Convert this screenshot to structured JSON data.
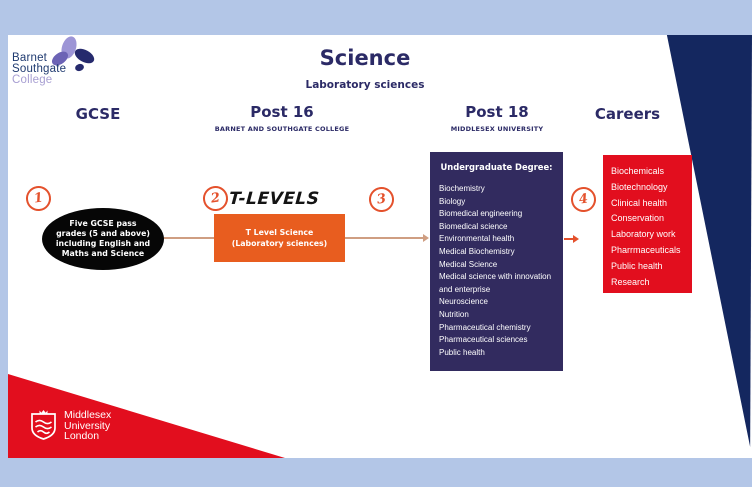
{
  "page": {
    "title": "Science",
    "subtitle": "Laboratory sciences"
  },
  "college_logo": {
    "line1": "Barnet",
    "line2": "Southgate",
    "line3": "College"
  },
  "columns": {
    "gcse": {
      "label": "GCSE"
    },
    "post16": {
      "label": "Post 16",
      "sublabel": "BARNET AND SOUTHGATE COLLEGE"
    },
    "post18": {
      "label": "Post 18",
      "sublabel": "MIDDLESEX UNIVERSITY"
    },
    "careers": {
      "label": "Careers"
    }
  },
  "steps": {
    "one": "1",
    "two": "2",
    "three": "3",
    "four": "4"
  },
  "gcse_requirement": "Five GCSE pass grades (5 and above) including English and Maths and Science",
  "tlevels": {
    "logo": "T-LEVELS",
    "course": "T Level Science (Laboratory sciences)"
  },
  "degrees": {
    "heading": "Undergraduate Degree:",
    "items": [
      "Biochemistry",
      "Biology",
      "Biomedical engineering",
      "Biomedical science",
      "Environmental health",
      "Medical Biochemistry",
      "Medical Science",
      "Medical science with innovation and enterprise",
      "Neuroscience",
      "Nutrition",
      "Pharmaceutical chemistry",
      "Pharmaceutical sciences",
      "Public health"
    ]
  },
  "careers_list": {
    "items": [
      "Biochemicals",
      "Biotechnology",
      "Clinical health",
      "Conservation",
      "Laboratory work",
      "Pharrmaceuticals",
      "Public health",
      "Research"
    ]
  },
  "university_logo": {
    "line1": "Middlesex",
    "line2": "University",
    "line3": "London"
  },
  "icons": {
    "flower": "flower-icon",
    "shield": "shield-icon",
    "arrow": "arrow-right-icon"
  },
  "colors": {
    "band-blue": "#b3c6e7",
    "navy-shape": "#14275f",
    "header-text": "#2b2a66",
    "accent-orange": "#e85d1f",
    "circle-orange": "#e4512c",
    "brand-red": "#e20e1e",
    "degree-box": "#322b5f"
  }
}
